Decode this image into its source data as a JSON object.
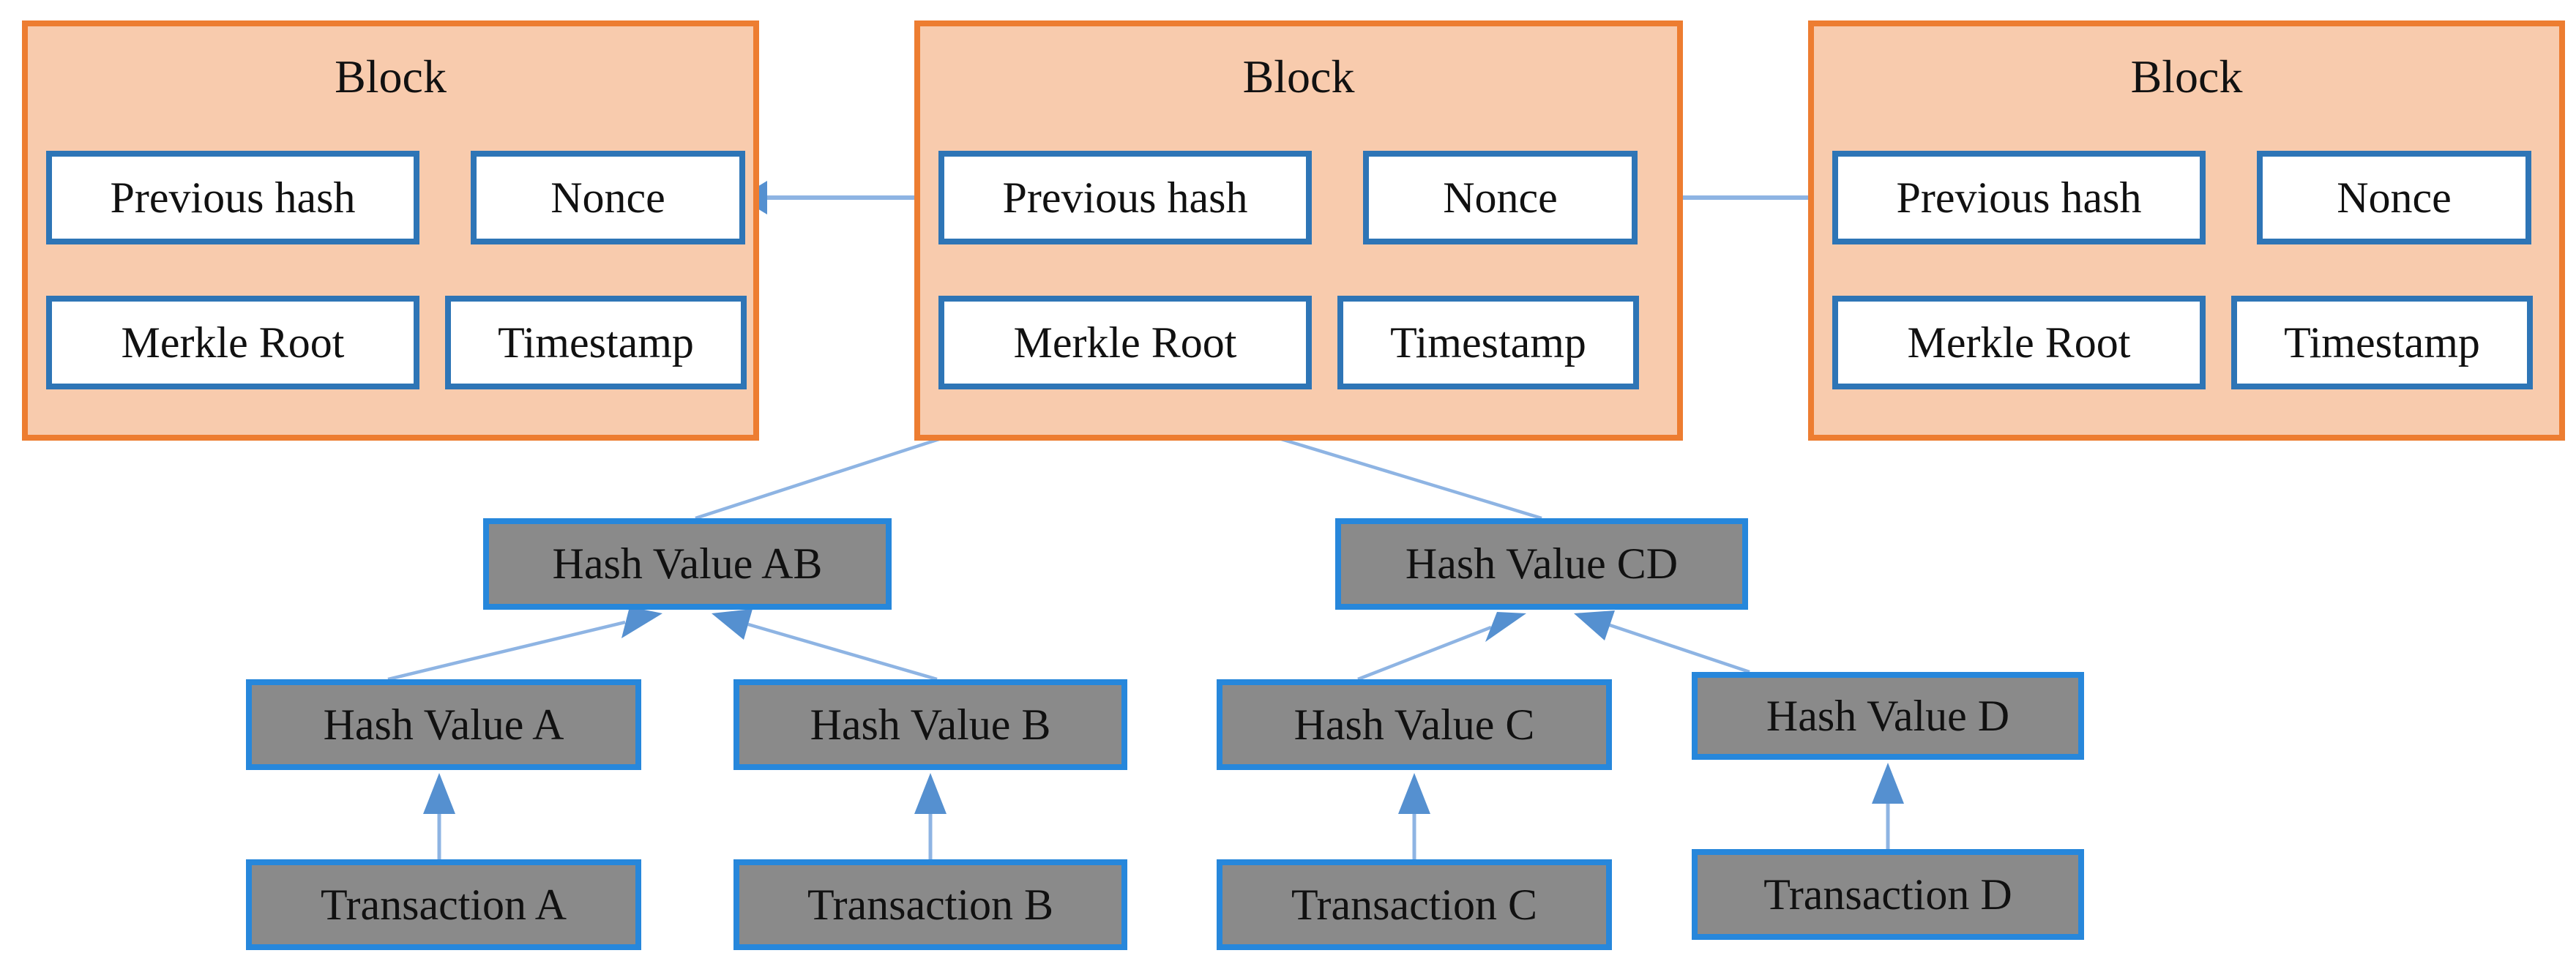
{
  "colors": {
    "background": "#ffffff",
    "block_fill": "#f8cbad",
    "block_border": "#ed7d31",
    "field_fill": "#ffffff",
    "field_border": "#2e75b6",
    "node_fill": "#8a8a8a",
    "node_border": "#2787db",
    "arrow_line": "#8eb4e3",
    "arrow_head": "#5590d0",
    "text": "#111111"
  },
  "blocks": [
    {
      "title": "Block",
      "fields": {
        "previous_hash": "Previous hash",
        "nonce": "Nonce",
        "merkle_root": "Merkle Root",
        "timestamp": "Timestamp"
      }
    },
    {
      "title": "Block",
      "fields": {
        "previous_hash": "Previous hash",
        "nonce": "Nonce",
        "merkle_root": "Merkle Root",
        "timestamp": "Timestamp"
      }
    },
    {
      "title": "Block",
      "fields": {
        "previous_hash": "Previous hash",
        "nonce": "Nonce",
        "merkle_root": "Merkle Root",
        "timestamp": "Timestamp"
      }
    }
  ],
  "merkle_tree": {
    "pair_hashes": [
      {
        "label": "Hash Value AB"
      },
      {
        "label": "Hash Value CD"
      }
    ],
    "leaf_hashes": [
      {
        "label": "Hash Value A"
      },
      {
        "label": "Hash Value B"
      },
      {
        "label": "Hash Value C"
      },
      {
        "label": "Hash Value D"
      }
    ],
    "transactions": [
      {
        "label": "Transaction A"
      },
      {
        "label": "Transaction B"
      },
      {
        "label": "Transaction C"
      },
      {
        "label": "Transaction D"
      }
    ]
  }
}
